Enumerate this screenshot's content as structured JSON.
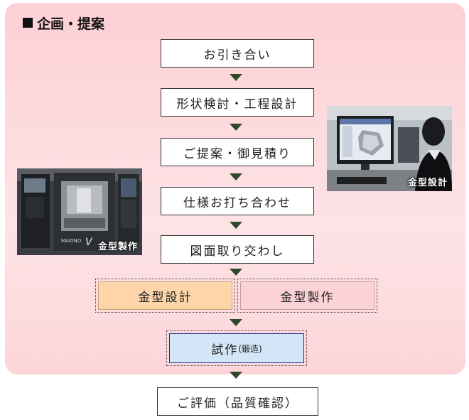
{
  "section_title": "企画・提案",
  "flow_steps": [
    "お引き合い",
    "形状検討・工程設計",
    "ご提案・御見積り",
    "仕様お打ち合わせ",
    "図面取り交わし"
  ],
  "parallel_steps": {
    "left": "金型設計",
    "right": "金型製作"
  },
  "trial": {
    "label": "試作",
    "note": "(鍛造)"
  },
  "final_step": "ご評価（品質確認）",
  "photos": {
    "machine_caption": "金型製作",
    "machine_brand": "MAKINO",
    "design_caption": "金型設計"
  },
  "colors": {
    "panel": "#fdd9dc",
    "design_box": "#fdd5a8",
    "production_box": "#fbd3d7",
    "trial_box": "#d3e6f7",
    "arrow": "#2f4a2a"
  }
}
